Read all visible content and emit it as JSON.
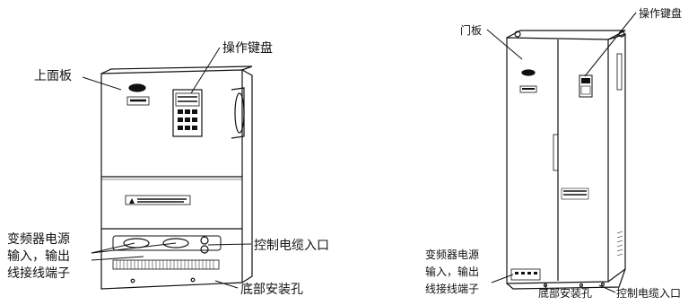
{
  "left_diagram": {
    "labels": {
      "top_panel": "上面板",
      "keypad": "操作键盘",
      "inverter_power": "变频器电源\n输入，输出\n线接线端子",
      "control_cable": "控制电缆入口",
      "bottom_holes": "底部安装孔"
    }
  },
  "right_diagram": {
    "labels": {
      "door_panel": "门板",
      "keypad": "操作键盘",
      "inverter_power": "变频器电源\n输入，输出\n线接线端子",
      "bottom_holes": "底部安装孔",
      "control_cable": "控制电缆入口"
    }
  },
  "colors": {
    "line": "#111111",
    "background": "#ffffff"
  }
}
